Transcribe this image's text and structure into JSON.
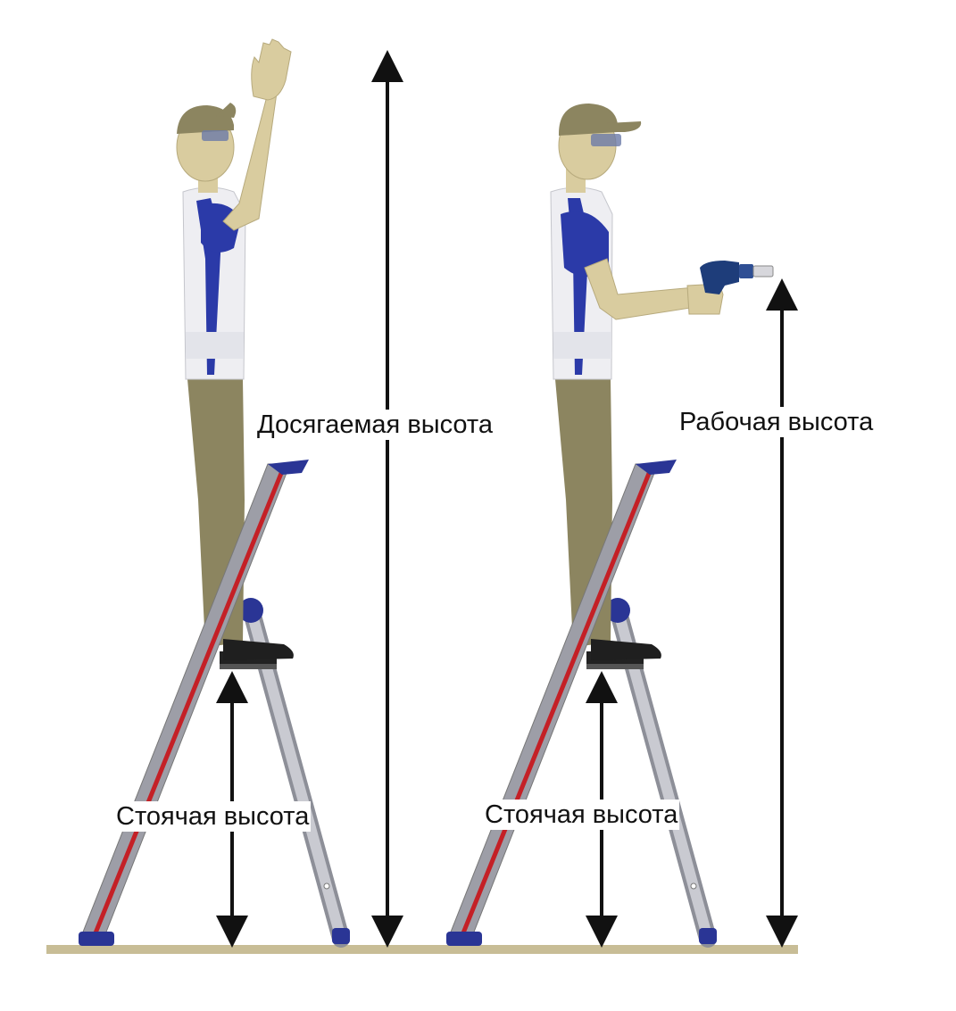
{
  "labels": {
    "reach_height": "Досягаемая высота",
    "working_height": "Рабочая высота",
    "standing_height_left": "Стоячая высота",
    "standing_height_right": "Стоячая высота"
  },
  "colors": {
    "skin": "#d9cc9f",
    "trousers": "#8c8560",
    "shirt": "#eeeef2",
    "shirt_accent": "#2b3aa8",
    "ladder_rail": "#a9aab3",
    "ladder_stripe": "#c42026",
    "ladder_cap": "#2a3595",
    "floor": "#c8bd96",
    "arrow": "#111111",
    "tool_body": "#1e3d7a"
  }
}
